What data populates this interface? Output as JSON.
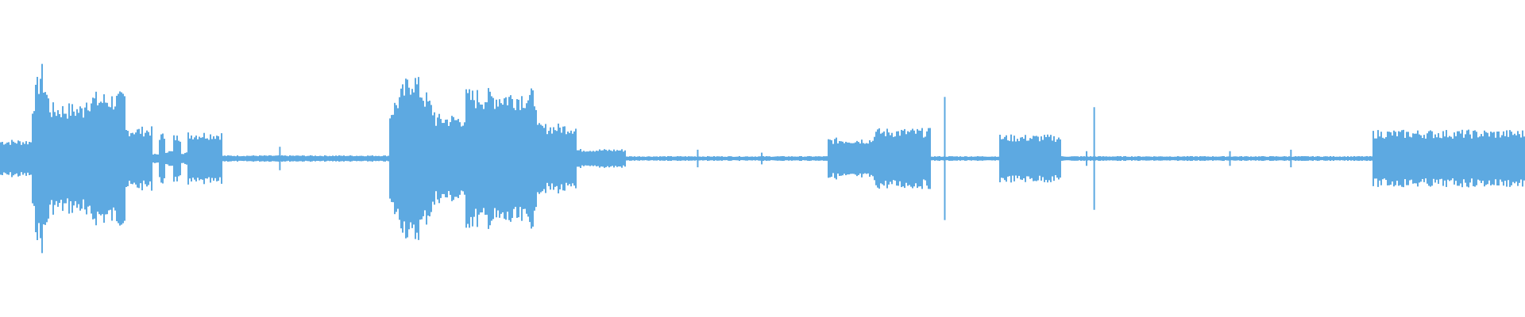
{
  "waveform": {
    "color": "#5da9e1",
    "background": "#ffffff",
    "segments": [
      {
        "t0": 0.0,
        "t1": 0.02,
        "amp": 0.12,
        "shape": "flat"
      },
      {
        "t0": 0.02,
        "t1": 0.033,
        "amp": 0.62,
        "shape": "peak"
      },
      {
        "t0": 0.033,
        "t1": 0.055,
        "amp": 0.35,
        "shape": "flat"
      },
      {
        "t0": 0.055,
        "t1": 0.082,
        "amp": 0.42,
        "shape": "flat"
      },
      {
        "t0": 0.082,
        "t1": 0.1,
        "amp": 0.2,
        "shape": "flat"
      },
      {
        "t0": 0.1,
        "t1": 0.104,
        "amp": 0.03,
        "shape": "flat"
      },
      {
        "t0": 0.104,
        "t1": 0.108,
        "amp": 0.16,
        "shape": "flat"
      },
      {
        "t0": 0.108,
        "t1": 0.113,
        "amp": 0.05,
        "shape": "flat"
      },
      {
        "t0": 0.113,
        "t1": 0.118,
        "amp": 0.15,
        "shape": "flat"
      },
      {
        "t0": 0.118,
        "t1": 0.122,
        "amp": 0.04,
        "shape": "flat"
      },
      {
        "t0": 0.122,
        "t1": 0.145,
        "amp": 0.17,
        "shape": "flat"
      },
      {
        "t0": 0.145,
        "t1": 0.255,
        "amp": 0.02,
        "shape": "flat"
      },
      {
        "t0": 0.255,
        "t1": 0.285,
        "amp": 0.58,
        "shape": "peak"
      },
      {
        "t0": 0.285,
        "t1": 0.305,
        "amp": 0.28,
        "shape": "flat"
      },
      {
        "t0": 0.305,
        "t1": 0.352,
        "amp": 0.44,
        "shape": "flat"
      },
      {
        "t0": 0.352,
        "t1": 0.378,
        "amp": 0.22,
        "shape": "flat"
      },
      {
        "t0": 0.378,
        "t1": 0.41,
        "amp": 0.06,
        "shape": "flat"
      },
      {
        "t0": 0.41,
        "t1": 0.542,
        "amp": 0.015,
        "shape": "flat"
      },
      {
        "t0": 0.542,
        "t1": 0.572,
        "amp": 0.13,
        "shape": "flat"
      },
      {
        "t0": 0.572,
        "t1": 0.61,
        "amp": 0.19,
        "shape": "flat"
      },
      {
        "t0": 0.61,
        "t1": 0.655,
        "amp": 0.015,
        "shape": "flat"
      },
      {
        "t0": 0.655,
        "t1": 0.695,
        "amp": 0.15,
        "shape": "flat"
      },
      {
        "t0": 0.695,
        "t1": 0.9,
        "amp": 0.015,
        "shape": "flat"
      },
      {
        "t0": 0.9,
        "t1": 1.0,
        "amp": 0.18,
        "shape": "flat"
      }
    ],
    "spikes": [
      {
        "t": 0.183,
        "amp": 0.08
      },
      {
        "t": 0.457,
        "amp": 0.06
      },
      {
        "t": 0.499,
        "amp": 0.04
      },
      {
        "t": 0.619,
        "amp": 0.42
      },
      {
        "t": 0.712,
        "amp": 0.05
      },
      {
        "t": 0.717,
        "amp": 0.35
      },
      {
        "t": 0.806,
        "amp": 0.05
      },
      {
        "t": 0.846,
        "amp": 0.06
      }
    ]
  }
}
